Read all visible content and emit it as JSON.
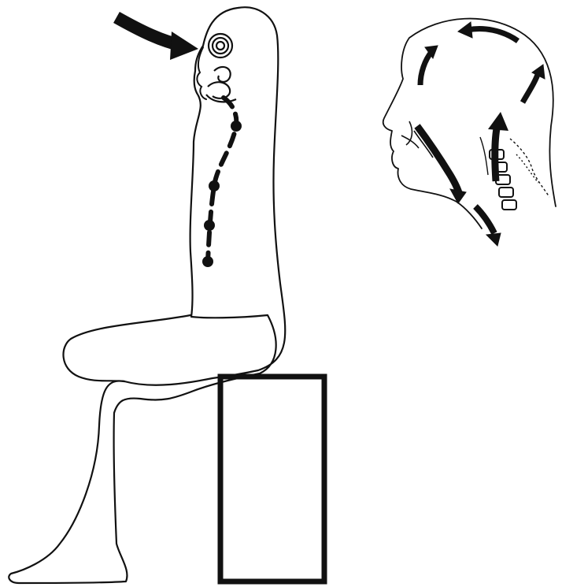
{
  "diagram": {
    "panels": [
      {
        "id": "seated-figure",
        "icons": [
          "seated-body-outline",
          "head-pointing-arrow",
          "ear-spiral-icon",
          "spine-dot-path",
          "stool-box"
        ]
      },
      {
        "id": "head-profile",
        "icons": [
          "head-profile-outline",
          "circulation-arrows",
          "throat-arrows",
          "cervical-spine-icon"
        ]
      }
    ],
    "colors": {
      "stroke": "#111111",
      "fill": "#111111",
      "background": "#ffffff"
    }
  }
}
